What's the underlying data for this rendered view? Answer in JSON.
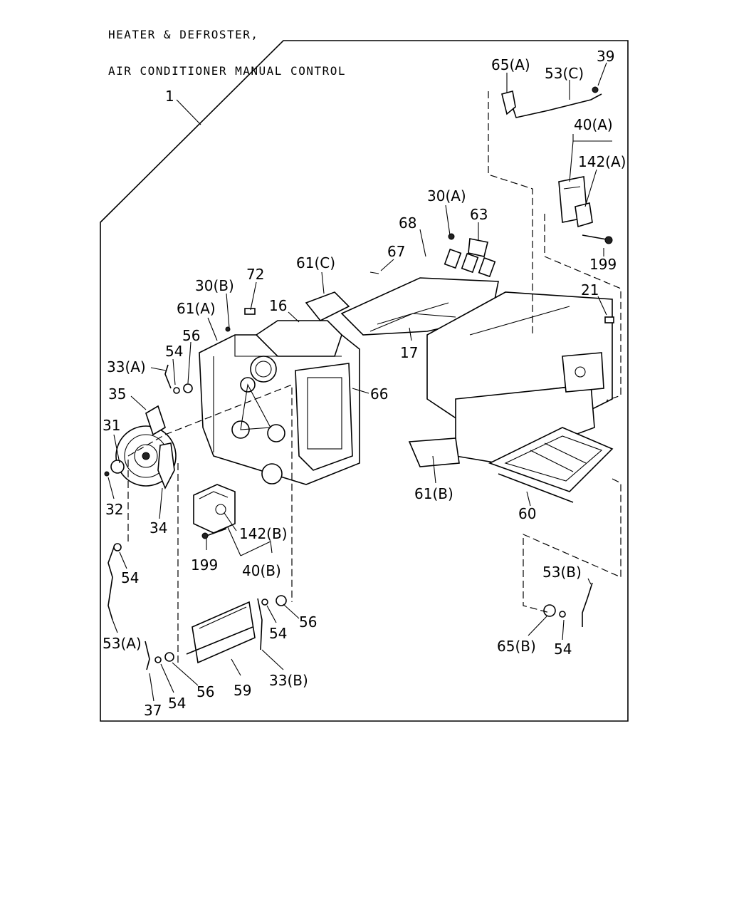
{
  "title": {
    "line1": "HEATER & DEFROSTER,",
    "line2": "AIR CONDITIONER MANUAL CONTROL"
  },
  "callouts": {
    "c1": "1",
    "c65a": "65(A)",
    "c53c": "53(C)",
    "c39": "39",
    "c40a": "40(A)",
    "c142a": "142(A)",
    "c199a": "199",
    "c30a": "30(A)",
    "c63": "63",
    "c68": "68",
    "c67": "67",
    "c61c": "61(C)",
    "c72": "72",
    "c30b": "30(B)",
    "c61a": "61(A)",
    "c16": "16",
    "c56a": "56",
    "c54a": "54",
    "c33a": "33(A)",
    "c35": "35",
    "c21": "21",
    "c17": "17",
    "c66": "66",
    "c31": "31",
    "c32": "32",
    "c34": "34",
    "c61b": "61(B)",
    "c60": "60",
    "c142b": "142(B)",
    "c199b": "199",
    "c40b": "40(B)",
    "c54b": "54",
    "c53a": "53(A)",
    "c53b": "53(B)",
    "c56b": "56",
    "c54c": "54",
    "c65b": "65(B)",
    "c54d": "54",
    "c33b": "33(B)",
    "c59": "59",
    "c56c": "56",
    "c37": "37",
    "c54e": "54"
  }
}
